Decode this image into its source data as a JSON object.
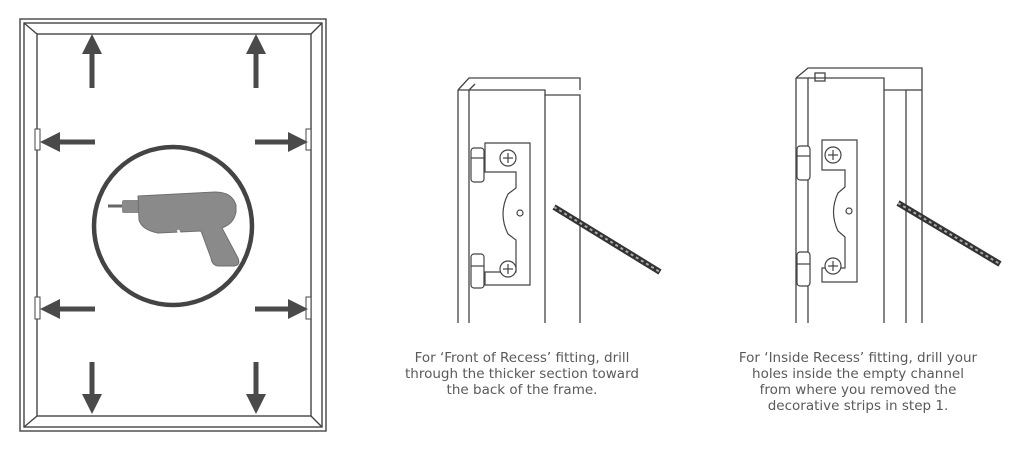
{
  "captions": {
    "front": [
      "For ‘Front of Recess’ fitting, drill",
      "through the thicker section toward",
      "the back of the frame."
    ],
    "inside": [
      "For ‘Inside Recess’ fitting, drill your",
      "holes inside the empty channel",
      "from where you removed the",
      "decorative strips in step 1."
    ]
  },
  "icons": [
    "frame-outline",
    "arrow-icon",
    "drill-icon",
    "hinge-icon",
    "drill-bit-icon",
    "screw-icon"
  ],
  "colors": {
    "line": "#444444",
    "arrow": "#4a4a4a",
    "drill": "#8a8a8a",
    "text": "#5a5a5a"
  }
}
